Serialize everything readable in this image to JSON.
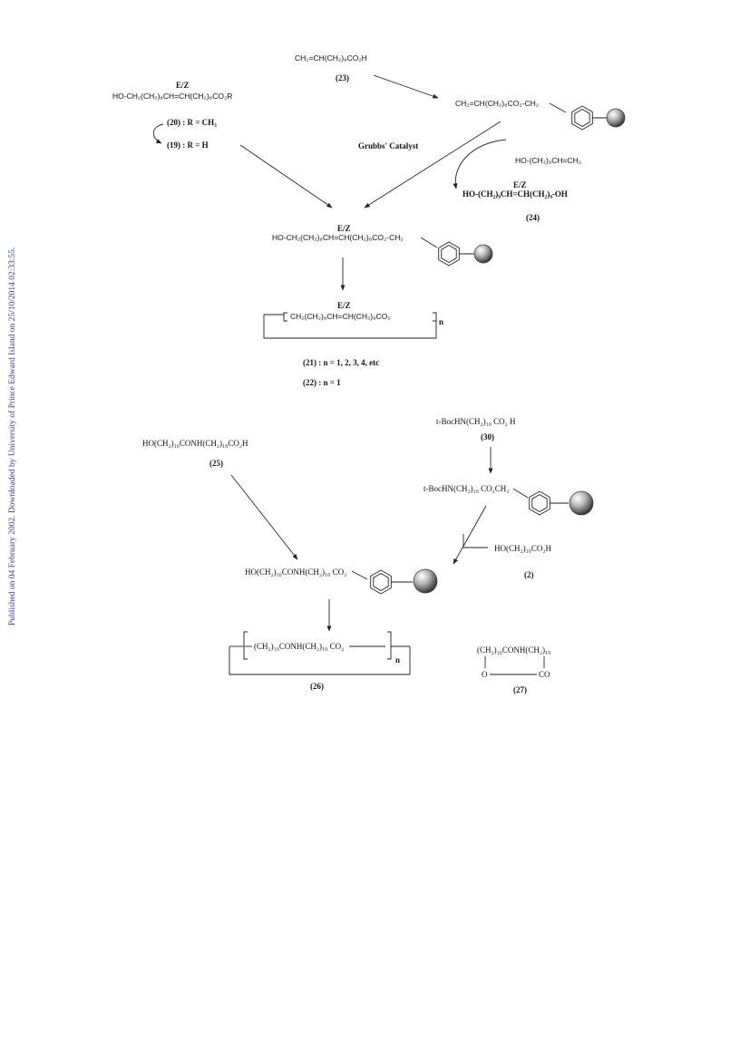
{
  "watermark": "Published on 04 February 2002. Downloaded by University of Prince Edward Island on 25/10/2014 02:33:55.",
  "scheme1": {
    "c23_formula": "CH₂=CH(CH₂)₈CO₂H",
    "c23_label": "(23)",
    "resin_ester": "CH₂=CH(CH₂)₈CO₂-CH₂",
    "ez1": "E/Z",
    "c20_19_formula": "HO-CH₂(CH₂)₈CH=CH(CH₂)₈CO₂R",
    "c20_label": "(20) : R = CH₃",
    "c19_label": "(19) : R = H",
    "grubbs": "Grubbs' Catalyst",
    "alkenol": "HO-(CH₂)₉CH=CH₂",
    "ez2": "E/Z",
    "c24_formula": "HO-(CH₂)₉CH=CH(CH₂)₉-OH",
    "c24_label": "(24)",
    "ez3": "E/Z",
    "mid_formula": "HO-CH₂(CH₂)₈CH=CH(CH₂)₈CO₂-CH₂",
    "ez4": "E/Z",
    "macro_formula": "CH₂(CH₂)₈CH=CH(CH₂)₈CO₂",
    "n1": "n",
    "c21_label": "(21) : n = 1, 2, 3, 4, etc",
    "c22_label": "(22) : n = 1"
  },
  "scheme2": {
    "c30_formula": "t-BocHN(CH₂)₁₀ CO₂ H",
    "c30_label": "(30)",
    "c25_formula": "HO(CH₂)₁₀CONH(CH₂)₁₀CO₂H",
    "c25_label": "(25)",
    "boc_resin": "t-BocHN(CH₂)₁₀ CO₂CH₂",
    "reagent2": "HO(CH₂)₁₀CO₂H",
    "c2_label": "(2)",
    "mid2": "HO(CH₂)₁₀CONH(CH₂)₁₀ CO₂",
    "macro2": "(CH₂)₁₀CONH(CH₂)₁₀ CO₂",
    "n2": "n",
    "c26_label": "(26)",
    "c27_top": "(CH₂)₁₀CONH(CH₂)₁₀",
    "c27_o": "O",
    "c27_co": "CO",
    "c27_label": "(27)"
  }
}
